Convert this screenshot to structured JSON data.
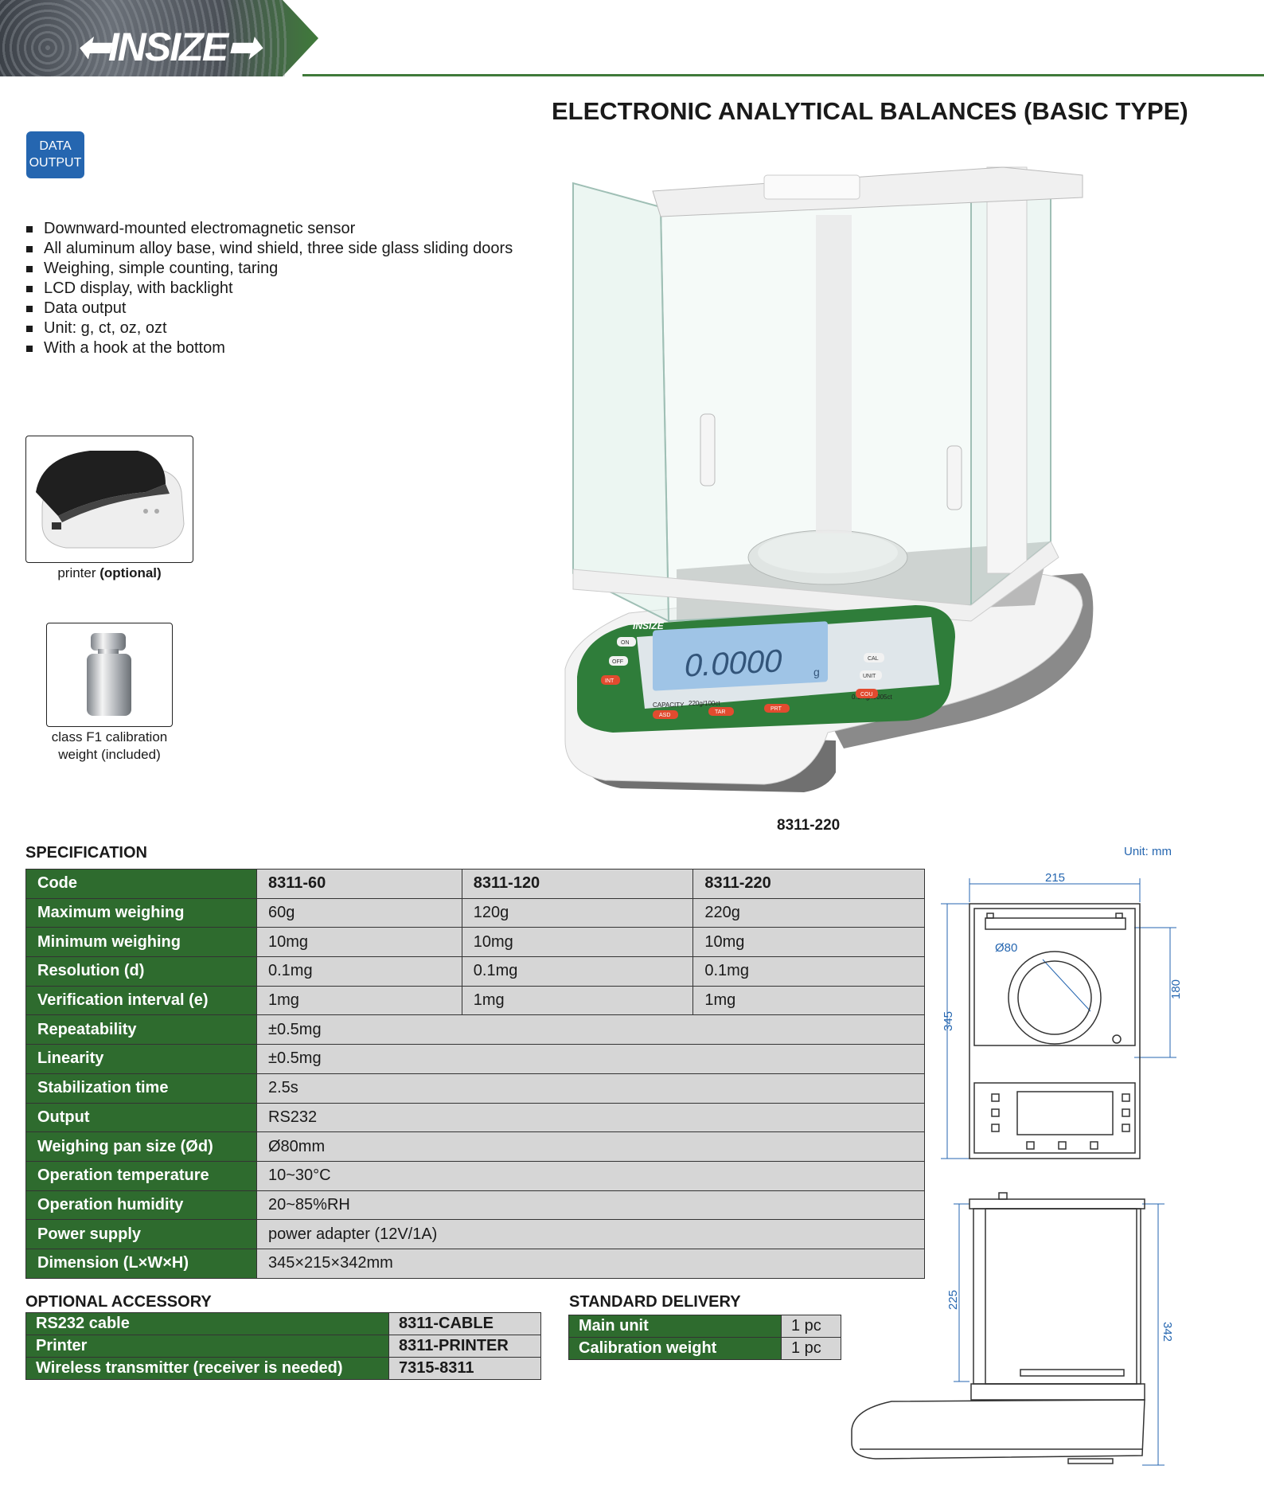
{
  "brand": {
    "logo": "INSIZE"
  },
  "title": "ELECTRONIC ANALYTICAL BALANCES (BASIC TYPE)",
  "badge": {
    "line1": "DATA",
    "line2": "OUTPUT"
  },
  "features": [
    "Downward-mounted electromagnetic sensor",
    "All aluminum alloy base, wind shield, three side glass sliding doors",
    "Weighing, simple counting, taring",
    "LCD display, with backlight",
    "Data output",
    "Unit: g, ct, oz, ozt",
    "With a hook at the bottom"
  ],
  "accessories_images": {
    "printer_caption": "printer",
    "printer_caption_bold": "(optional)",
    "weight_caption_line1": "class F1 calibration",
    "weight_caption_line2": "weight (included)"
  },
  "product_image": {
    "model": "8311-220",
    "display_reading": "0.0000",
    "display_unit": "g",
    "panel_logo": "INSIZE",
    "buttons": [
      "ON",
      "OFF",
      "INT",
      "CAL",
      "UNIT",
      "COU",
      "ASD",
      "TAR",
      "PRT"
    ],
    "capacity_label": "CAPACITY",
    "capacity_value": "220g/100ct",
    "resolution_value": "0.1mg/.0005ct"
  },
  "specification": {
    "title": "SPECIFICATION",
    "unit_note": "Unit: mm",
    "header": {
      "label": "Code",
      "models": [
        "8311-60",
        "8311-120",
        "8311-220"
      ]
    },
    "rows_split": [
      {
        "label": "Maximum weighing",
        "values": [
          "60g",
          "120g",
          "220g"
        ]
      },
      {
        "label": "Minimum weighing",
        "values": [
          "10mg",
          "10mg",
          "10mg"
        ]
      },
      {
        "label": "Resolution (d)",
        "values": [
          "0.1mg",
          "0.1mg",
          "0.1mg"
        ]
      },
      {
        "label": "Verification interval (e)",
        "values": [
          "1mg",
          "1mg",
          "1mg"
        ]
      }
    ],
    "rows_merged": [
      {
        "label": "Repeatability",
        "value": "±0.5mg"
      },
      {
        "label": "Linearity",
        "value": "±0.5mg"
      },
      {
        "label": "Stabilization time",
        "value": "2.5s"
      },
      {
        "label": "Output",
        "value": "RS232"
      },
      {
        "label": "Weighing pan size (Ød)",
        "value": "Ø80mm"
      },
      {
        "label": "Operation temperature",
        "value": "10~30°C"
      },
      {
        "label": "Operation humidity",
        "value": "20~85%RH"
      },
      {
        "label": "Power supply",
        "value": "power adapter (12V/1A)"
      },
      {
        "label": "Dimension (L×W×H)",
        "value": "345×215×342mm"
      }
    ]
  },
  "optional_accessory": {
    "title": "OPTIONAL ACCESSORY",
    "rows": [
      {
        "label": "RS232 cable",
        "code": "8311-CABLE"
      },
      {
        "label": "Printer",
        "code": "8311-PRINTER"
      },
      {
        "label": "Wireless transmitter (receiver is needed)",
        "code": "7315-8311"
      }
    ]
  },
  "standard_delivery": {
    "title": "STANDARD DELIVERY",
    "rows": [
      {
        "label": "Main unit",
        "qty": "1 pc"
      },
      {
        "label": "Calibration weight",
        "qty": "1 pc"
      }
    ]
  },
  "drawing": {
    "top_width": "215",
    "pan_diameter": "Ø80",
    "pan_offset": "180",
    "length": "345",
    "chamber_height": "225",
    "total_height": "342"
  },
  "colors": {
    "accent_green": "#2e6b2e",
    "badge_blue": "#2566b0",
    "cell_grey": "#d6d6d6",
    "dim_blue": "#2566b0"
  }
}
